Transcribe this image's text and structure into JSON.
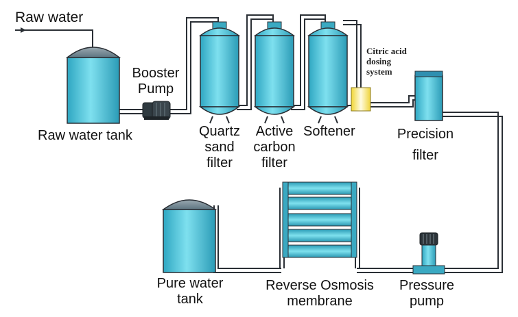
{
  "labels": {
    "raw_water": "Raw water",
    "raw_water_tank": "Raw water tank",
    "booster_pump": [
      "Booster",
      "Pump"
    ],
    "quartz_sand_filter": [
      "Quartz",
      "sand",
      "filter"
    ],
    "active_carbon_filter": [
      "Active",
      "carbon",
      "filter"
    ],
    "softener": "Softener",
    "citric_acid_dosing_system": [
      "Citric acid",
      "dosing",
      "system"
    ],
    "precision_filter": [
      "Precision",
      "filter"
    ],
    "pure_water_tank": [
      "Pure water",
      "tank"
    ],
    "reverse_osmosis_membrane": [
      "Reverse Osmosis",
      "membrane"
    ],
    "pressure_pump": [
      "Pressure",
      "pump"
    ]
  },
  "colors": {
    "tank_fill": "#4fc7dc",
    "tank_top": "#6f8a94",
    "pipe": "#2a2f35",
    "dosing_box": "#f3df43"
  }
}
